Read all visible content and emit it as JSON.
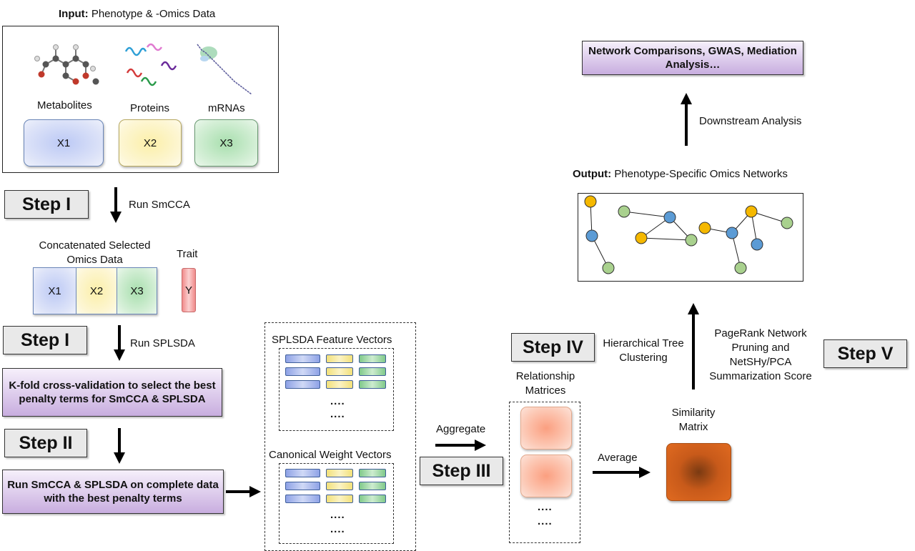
{
  "input": {
    "title_bold": "Input:",
    "title_rest": "Phenotype & -Omics Data",
    "metabolites": "Metabolites",
    "proteins": "Proteins",
    "mrnas": "mRNAs",
    "x1": "X1",
    "x2": "X2",
    "x3": "X3"
  },
  "steps": {
    "step1a": "Step I",
    "step1b": "Step I",
    "step2": "Step II",
    "step3": "Step III",
    "step4": "Step IV",
    "step5": "Step V"
  },
  "arrows": {
    "run_smcca": "Run SmCCA",
    "run_splsda": "Run SPLSDA",
    "aggregate": "Aggregate",
    "average": "Average",
    "downstream": "Downstream Analysis"
  },
  "concat": {
    "label": "Concatenated Selected Omics Data",
    "trait": "Trait",
    "x1": "X1",
    "x2": "X2",
    "x3": "X3",
    "y": "Y"
  },
  "boxes": {
    "kfold": "K-fold cross-validation to select the best penalty terms for SmCCA & SPLSDA",
    "run_both": "Run SmCCA & SPLSDA on complete data with the best penalty terms",
    "downstream_targets": "Network Comparisons, GWAS, Mediation Analysis…"
  },
  "vectors": {
    "splsda_title": "SPLSDA Feature Vectors",
    "canonical_title": "Canonical Weight Vectors",
    "ellipsis_a": "....",
    "ellipsis_b": "...."
  },
  "relationship": {
    "title": "Relationship Matrices",
    "ellipsis_a": "....",
    "ellipsis_b": "...."
  },
  "similarity": {
    "title": "Similarity Matrix"
  },
  "step4_desc": "Hierarchical Tree Clustering",
  "step5_desc": "PageRank Network Pruning and NetSHy/PCA Summarization Score",
  "output": {
    "title_bold": "Output:",
    "title_rest": "Phenotype-Specific Omics Networks"
  },
  "colors": {
    "node_yellow": "#f5b800",
    "node_blue": "#5b9bd5",
    "node_green": "#a9d18e",
    "similarity": "#d9621a",
    "purple_box": "#c8addf"
  }
}
